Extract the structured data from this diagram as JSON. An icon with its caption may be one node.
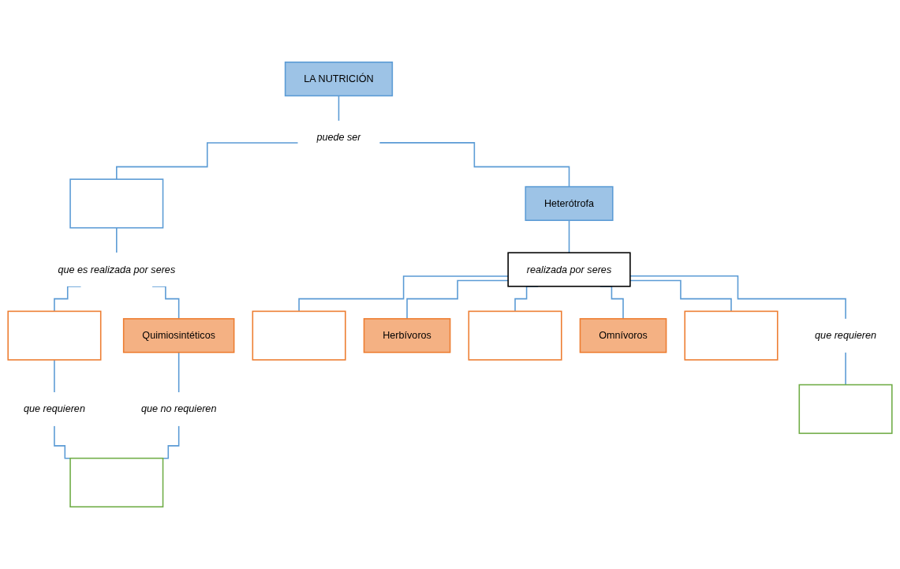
{
  "diagram": {
    "nodes": [
      {
        "text": [
          "LA NUTRICIÓN"
        ]
      },
      {
        "text": [
          "puede ser"
        ]
      },
      {
        "text": [],
        "shape": "box"
      },
      {
        "text": [
          "Heterótrofa"
        ]
      },
      {
        "text": [
          "que es realizada por seres"
        ]
      },
      {
        "text": [],
        "shape": "box"
      },
      {
        "text": [
          "Quimiosintéticos"
        ]
      },
      {
        "text": [
          "que requieren"
        ]
      },
      {
        "text": [
          "que no requieren"
        ]
      },
      {
        "text": [],
        "shape": "box"
      },
      {
        "text": [
          "realizada por seres"
        ]
      },
      {
        "text": [],
        "shape": "box"
      },
      {
        "text": [
          "Herbívoros"
        ]
      },
      {
        "text": [],
        "shape": "box"
      },
      {
        "text": [
          "Omnívoros"
        ]
      },
      {
        "text": [],
        "shape": "box"
      },
      {
        "text": [
          "que requieren"
        ]
      },
      {
        "text": [],
        "shape": "box"
      }
    ],
    "edges": [
      {
        "from": 0,
        "to": 1,
        "arrow": "none"
      },
      {
        "from": 1,
        "to": 2,
        "arrow": "none"
      },
      {
        "from": 1,
        "to": 3,
        "arrow": "none"
      },
      {
        "from": 2,
        "to": 4,
        "arrow": "none"
      },
      {
        "from": 4,
        "to": 5,
        "arrow": "none"
      },
      {
        "from": 4,
        "to": 6,
        "arrow": "none"
      },
      {
        "from": 5,
        "to": 7,
        "arrow": "none"
      },
      {
        "from": 6,
        "to": 8,
        "arrow": "none"
      },
      {
        "from": 7,
        "to": 9,
        "arrow": "none"
      },
      {
        "from": 8,
        "to": 9,
        "arrow": "none"
      },
      {
        "from": 3,
        "to": 10,
        "arrow": "none"
      },
      {
        "from": 10,
        "to": 11,
        "arrow": "none"
      },
      {
        "from": 10,
        "to": 12,
        "arrow": "none"
      },
      {
        "from": 10,
        "to": 13,
        "arrow": "none"
      },
      {
        "from": 10,
        "to": 14,
        "arrow": "none"
      },
      {
        "from": 10,
        "to": 15,
        "arrow": "none"
      },
      {
        "from": 10,
        "to": 16,
        "arrow": "none"
      },
      {
        "from": 16,
        "to": 17,
        "arrow": "none"
      }
    ]
  }
}
